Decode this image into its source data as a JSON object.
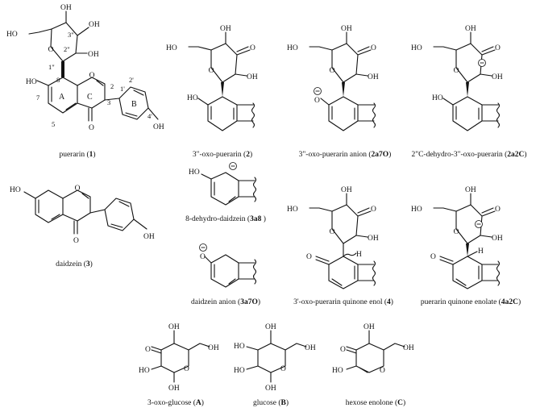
{
  "figure": {
    "atoms": {
      "O": "O",
      "OH": "OH",
      "HO": "HO",
      "H": "H"
    },
    "ring_labels": {
      "A": "A",
      "B": "B",
      "C": "C"
    },
    "numbering": {
      "n2": "2",
      "n3": "3",
      "n5": "5",
      "n7": "7",
      "n8": "8",
      "n1p": "1'",
      "n2p": "2'",
      "n4p": "4'",
      "n1pp": "1\"",
      "n2pp": "2\"",
      "n3pp": "3\""
    },
    "compounds": [
      {
        "id": "puerarin",
        "name": "puerarin (",
        "label": "1",
        "close": ")"
      },
      {
        "id": "oxo-puerarin",
        "name": "3\"-oxo-puerarin (",
        "label": "2",
        "close": ")"
      },
      {
        "id": "oxo-puerarin-anion",
        "name": "3\"-oxo-puerarin anion (",
        "label": "2a7O",
        "close": ")"
      },
      {
        "id": "dehydro-oxo-puerarin",
        "name": "2\"C-dehydro-3\"-oxo-puerarin (",
        "label": "2a2C",
        "close": ")"
      },
      {
        "id": "daidzein",
        "name": "daidzein (",
        "label": "3",
        "close": ")"
      },
      {
        "id": "dehydro-daidzein",
        "name": "8-dehydro-daidzein (",
        "label": "3a8",
        "close": " )"
      },
      {
        "id": "daidzein-anion",
        "name": "daidzein anion (",
        "label": "3a7O",
        "close": ")"
      },
      {
        "id": "quinone-enol",
        "name": "3'-oxo-puerarin quinone enol (",
        "label": "4",
        "close": ")"
      },
      {
        "id": "quinone-enolate",
        "name": "puerarin quinone enolate (",
        "label": "4a2C",
        "close": ")"
      },
      {
        "id": "oxo-glucose",
        "name": "3-oxo-glucose (",
        "label": "A",
        "close": ")"
      },
      {
        "id": "glucose",
        "name": "glucose (",
        "label": "B",
        "close": ")"
      },
      {
        "id": "hexose-enolone",
        "name": "hexose enolone (",
        "label": "C",
        "close": ")"
      }
    ]
  }
}
